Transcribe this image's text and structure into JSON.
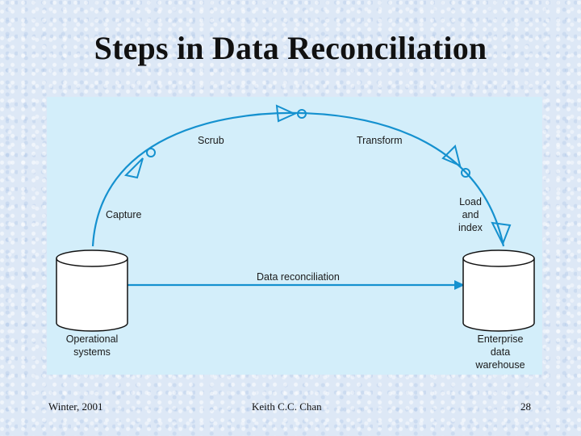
{
  "slide": {
    "title": "Steps in Data Reconciliation"
  },
  "diagram": {
    "labels": {
      "scrub": "Scrub",
      "transform": "Transform",
      "capture": "Capture",
      "load_line1": "Load",
      "load_line2": "and",
      "load_line3": "index",
      "data_reconciliation": "Data reconciliation",
      "source_line1": "Operational",
      "source_line2": "systems",
      "target_line1": "Enterprise",
      "target_line2": "data",
      "target_line3": "warehouse"
    },
    "colors": {
      "flow": "#1591cf",
      "background": "#d3eefa",
      "cylinder_fill": "#ffffff",
      "cylinder_stroke": "#111111"
    }
  },
  "footer": {
    "left": "Winter, 2001",
    "center": "Keith C.C. Chan",
    "page_number": "28"
  }
}
